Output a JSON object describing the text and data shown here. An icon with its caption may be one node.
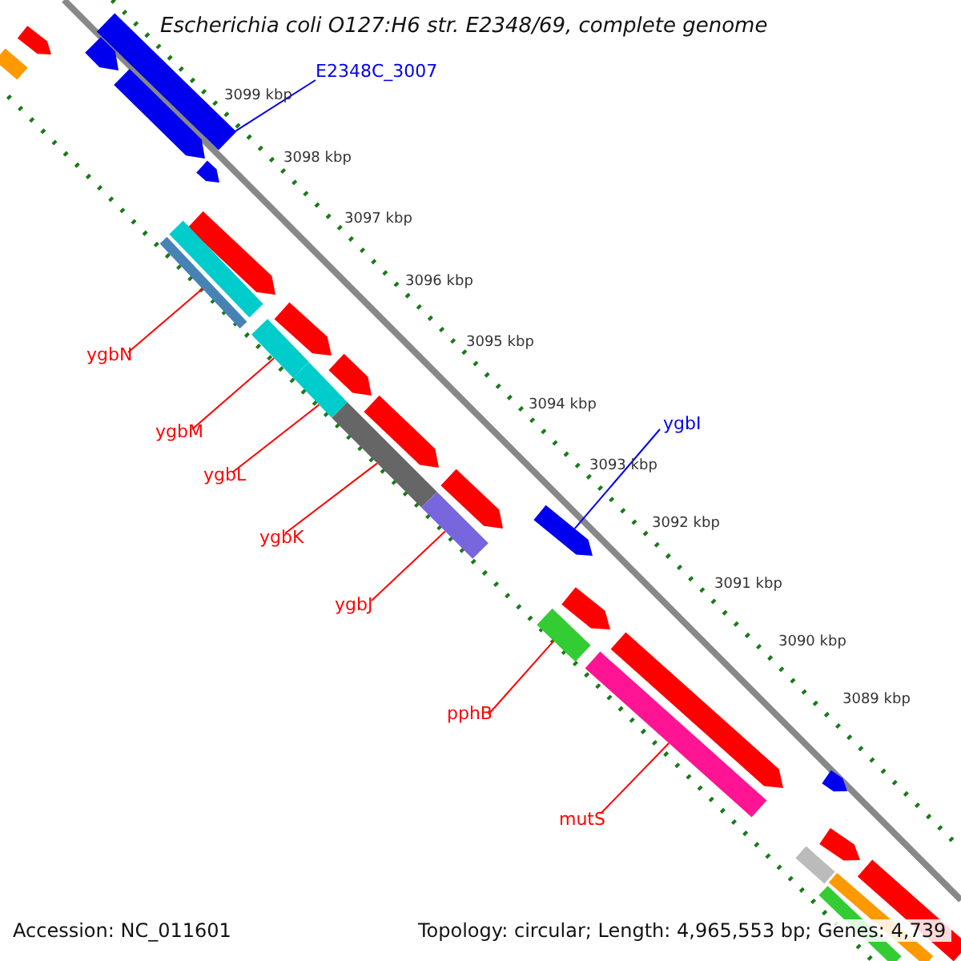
{
  "diagram": {
    "title": "Escherichia coli O127:H6 str. E2348/69, complete genome",
    "nodes": [
      {
        "text": [
          "E2348C_3007"
        ]
      },
      {
        "text": [
          "ygbI"
        ]
      },
      {
        "text": [
          "ygbN"
        ]
      },
      {
        "text": [
          "ygbM"
        ]
      },
      {
        "text": [
          "ygbL"
        ]
      },
      {
        "text": [
          "ygbK"
        ]
      },
      {
        "text": [
          "ygbJ"
        ]
      },
      {
        "text": [
          "pphB"
        ]
      },
      {
        "text": [
          "mutS"
        ]
      },
      {
        "text": [],
        "shape": "bar"
      },
      {
        "text": [],
        "shape": "bar"
      },
      {
        "text": [],
        "shape": "bar"
      },
      {
        "text": [],
        "shape": "bar"
      },
      {
        "text": [],
        "shape": "bar"
      },
      {
        "text": [],
        "shape": "bar"
      },
      {
        "text": [],
        "shape": "bar"
      },
      {
        "text": [],
        "shape": "bar"
      },
      {
        "text": [],
        "shape": "bar"
      }
    ],
    "edges": [
      {
        "from": 0,
        "to": 9,
        "arrow": "none",
        "color": "#0000ee"
      },
      {
        "from": 1,
        "to": 15,
        "arrow": "none",
        "color": "#0000ee"
      },
      {
        "from": 2,
        "to": 10,
        "arrow": "none"
      },
      {
        "from": 3,
        "to": 11,
        "arrow": "none"
      },
      {
        "from": 4,
        "to": 12,
        "arrow": "none"
      },
      {
        "from": 5,
        "to": 13,
        "arrow": "none"
      },
      {
        "from": 6,
        "to": 14,
        "arrow": "none"
      },
      {
        "from": 7,
        "to": 16,
        "arrow": "none"
      },
      {
        "from": 8,
        "to": 17,
        "arrow": "none"
      }
    ],
    "labels": [
      "3099 kbp",
      "3098 kbp",
      "3097 kbp",
      "3096 kbp",
      "3095 kbp",
      "3094 kbp",
      "3093 kbp",
      "3092 kbp",
      "3091 kbp",
      "3090 kbp",
      "3089 kbp",
      "Accession: NC_011601",
      "Topology: circular; Length: 4,965,553 bp; Genes: 4,739"
    ]
  }
}
